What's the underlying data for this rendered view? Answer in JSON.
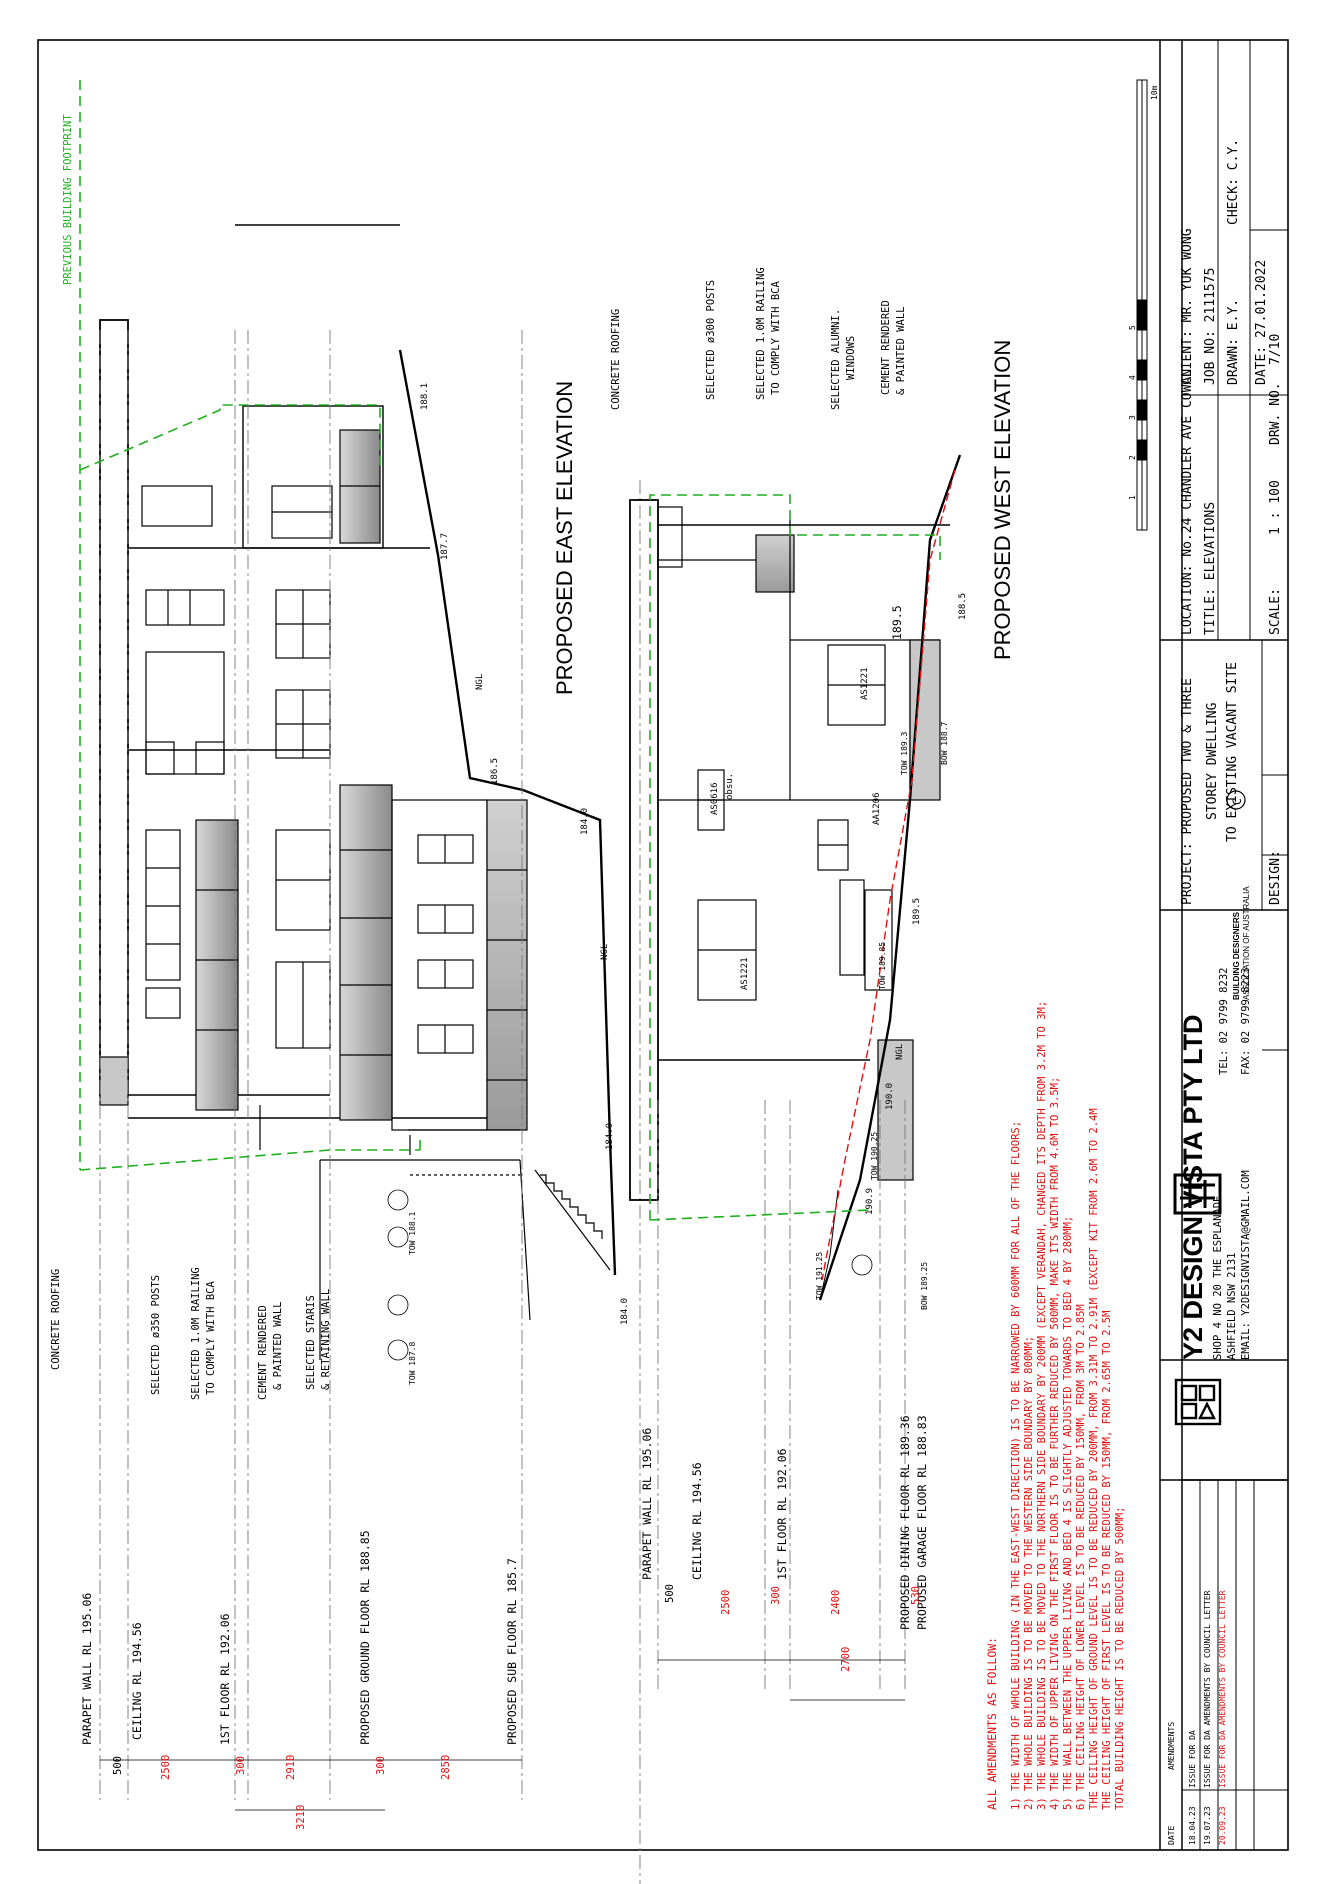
{
  "sheet": {
    "previous_footprint_label": "PREVIOUS BUILDING FOOTPRINT",
    "scale_bar_ticks": [
      "1",
      "2",
      "3",
      "4",
      "5",
      "10m"
    ]
  },
  "east_elevation": {
    "title": "PROPOSED EAST ELEVATION",
    "callouts": {
      "concrete_roofing": "CONCRETE ROOFING",
      "posts": "SELECTED ø350 POSTS",
      "railing_1": "SELECTED 1.0M RAILING",
      "railing_2": "TO COMPLY WITH BCA",
      "cement_1": "CEMENT RENDERED",
      "cement_2": "& PAINTED WALL",
      "stairs_1": "SELECTED STARIS",
      "stairs_2": "& RETAINING WALL"
    },
    "levels": {
      "parapet": "PARAPET WALL RL 195.06",
      "ceiling": "CEILING RL 194.56",
      "first_floor": "1ST FLOOR RL 192.06",
      "ground_floor": "PROPOSED GROUND FLOOR RL 188.85",
      "sub_floor": "PROPOSED SUB FLOOR RL 185.7"
    },
    "dims": {
      "d500": "500",
      "d2500": "2500",
      "d300a": "300",
      "d2910": "2910",
      "d300b": "300",
      "d2850": "2850",
      "d3210": "3210"
    },
    "ngl_label": "NGL",
    "ngl_rls": [
      "188.1",
      "187.7",
      "186.5",
      "184.0",
      "184.0",
      "184.0"
    ],
    "tow_labels": [
      "TOW 188.1",
      "TOW 187.8"
    ]
  },
  "west_elevation": {
    "title": "PROPOSED WEST ELEVATION",
    "callouts": {
      "concrete_roofing": "CONCRETE ROOFING",
      "posts": "SELECTED ø300 POSTS",
      "railing_1": "SELECTED 1.0M RAILING",
      "railing_2": "TO COMPLY WITH BCA",
      "windows_1": "SELECTED ALUMNI.",
      "windows_2": "WINDOWS",
      "cement_1": "CEMENT RENDERED",
      "cement_2": "& PAINTED WALL"
    },
    "levels": {
      "parapet": "PARAPET WALL RL 195.06",
      "ceiling": "CEILING RL 194.56",
      "first_floor": "1ST FLOOR RL 192.06",
      "dining": "PROPOSED DINING FLOOR RL 189.36",
      "garage": "PROPOSED GARAGE FLOOR RL 188.83"
    },
    "dims": {
      "d500": "500",
      "d2500": "2500",
      "d300": "300",
      "d2400": "2400",
      "d530": "530",
      "d2700": "2700"
    },
    "window_tags": [
      "AS0616",
      "obsu.",
      "AS1221",
      "AS1221",
      "AA1206"
    ],
    "tow_bow": [
      "TOW 191.25",
      "TOW 190.25",
      "TOW 189.85",
      "TOW 189.3",
      "BOW 189.25",
      "BOW 188.7"
    ],
    "ngl_label": "NGL",
    "ngl_rls": [
      "188.5",
      "189.5",
      "190.0",
      "190.9",
      "189.5"
    ]
  },
  "amendments_notes": {
    "heading": "ALL AMENDMENTS AS FOLLOW:",
    "items": [
      "1)  THE WIDTH OF WHOLE BUILDING (IN THE EAST-WEST DIRECTION) IS TO BE NARROWED BY 600MM FOR ALL OF THE FLOORS;",
      "2)  THE WHOLE BUILDING IS TO BE MOVED TO THE WESTERN SIDE BOUNDARY BY 800MM;",
      "3)  THE WHOLE BUILDING IS TO BE MOVED TO THE NORTHERN SIDE BOUNDARY BY 200MM (EXCEPT VERANDAH, CHANGED ITS DEPTH FROM 3.2M TO 3M;",
      "4)  THE WIDTH OF UPPER LIVING ON THE FIRST FLOOR IS TO BE FURTHER REDUCED BY 500MM, MAKE ITS WIDTH FROM 4.6M TO 3.5M;",
      "5)  THE WALL BETWEEN THE UPPER LIVING AND BED 4 IS SLIGHTLY ADJUSTED TOWARDS TO BED 4 BY 280MM;",
      "6)  THE CEILING HEIGHT OF LOWER LEVEL IS TO BE REDUCED BY 150MM, FROM 3M TO 2.85M",
      "     THE CEILING HEIGHT OF GROUND LEVEL IS TO BE REDUCED BY 200MM, FROM 3.31M TO 2.91M (EXCEPT KIT FROM 2.6M TO 2.4M",
      "     THE CEILING HEIGHT OF FIRST LEVEL IS TO BE REDUCED BY 150MM, FROM 2.65M TO 2.5M",
      "     TOTAL BUILDING HEIGHT IS TO BE REDUCED BY 500MM;"
    ]
  },
  "revision_table": {
    "col_date": "DATE",
    "col_amendments": "AMENDMENTS",
    "rows": [
      {
        "date": "18.04.23",
        "text": "ISSUE FOR DA"
      },
      {
        "date": "19.07.23",
        "text": "ISSUE FOR DA AMENDMENTS BY COUNCIL LETTER"
      },
      {
        "date": "20.09.23",
        "text": "ISSUE FOR DA AMENDMENTS BY COUNCIL LETTER"
      }
    ]
  },
  "title_block": {
    "company": "Y2 DESIGN VISTA PTY LTD",
    "address_1": "SHOP 4 NO 20 THE ESPLANADE",
    "address_2": "ASHFIELD NSW 2131",
    "email": "EMAIL: Y2DESIGNVISTA@GMAIL.COM",
    "tel": "TEL:  02  9799  8232",
    "fax": "FAX:  02  9799  8223",
    "bda_line_1": "BUILDING DESIGNERS",
    "bda_line_2": "ASSOCIATION OF AUSTRALIA",
    "project_1": "PROJECT: PROPOSED TWO & THREE",
    "project_2": "STOREY DWELLING",
    "project_3": "TO EXISTING VACANT SITE",
    "design": "DESIGN:",
    "design_value": "C",
    "location": "LOCATION: No.24 CHANDLER AVE COWAN",
    "title": "TITLE: ELEVATIONS",
    "scale": "SCALE:",
    "scale_value": "1 : 100",
    "drw_no": "DRW. NO.",
    "drw_value": "7/10",
    "client": "CLIENT: MR. YUK WONG",
    "job_no": "JOB NO:  2111575",
    "drawn": "DRAWN: E.Y.",
    "check": "CHECK: C.Y.",
    "date": "DATE:  27.01.2022"
  },
  "colors": {
    "line": "#000000",
    "ngl_red": "#e01010",
    "footprint_green": "#1faf1f",
    "shade": "#b8b8b8"
  }
}
